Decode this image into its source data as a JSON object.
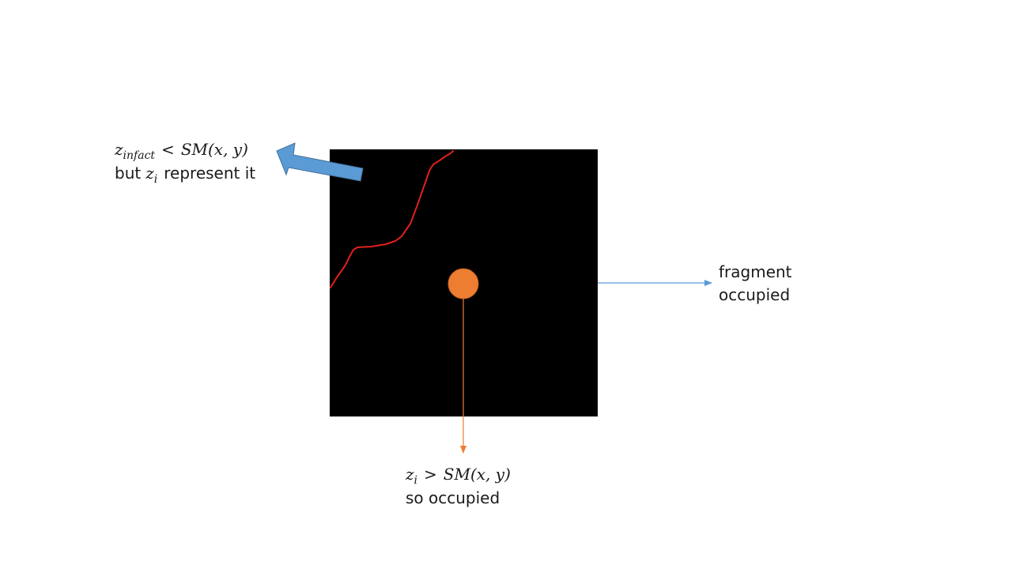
{
  "colors": {
    "background": "#ffffff",
    "fragment_square": "#000000",
    "red_curve": "#e0201b",
    "sample_point": "#ed7d31",
    "sample_point_border": "#c8651f",
    "blue_arrow": "#5b9bd5",
    "blue_arrow_border": "#41719c",
    "text": "#1a1a1a"
  },
  "annotations": {
    "top_left": {
      "formula": {
        "lhs_base": "z",
        "lhs_subscript": "infact",
        "operator": "<",
        "rhs": "SM(x, y)"
      },
      "line2": {
        "prefix": "but",
        "var_base": "z",
        "var_subscript": "i",
        "suffix": "represent it"
      },
      "arrow_icon": "block-arrow-left-icon"
    },
    "right": {
      "line1": "fragment",
      "line2": "occupied",
      "arrow_icon": "thin-arrow-right-icon"
    },
    "bottom": {
      "formula": {
        "lhs_base": "z",
        "lhs_subscript": "i",
        "operator": ">",
        "rhs": "SM(x, y)"
      },
      "line2": "so occupied",
      "arrow_icon": "thin-arrow-down-icon"
    }
  }
}
